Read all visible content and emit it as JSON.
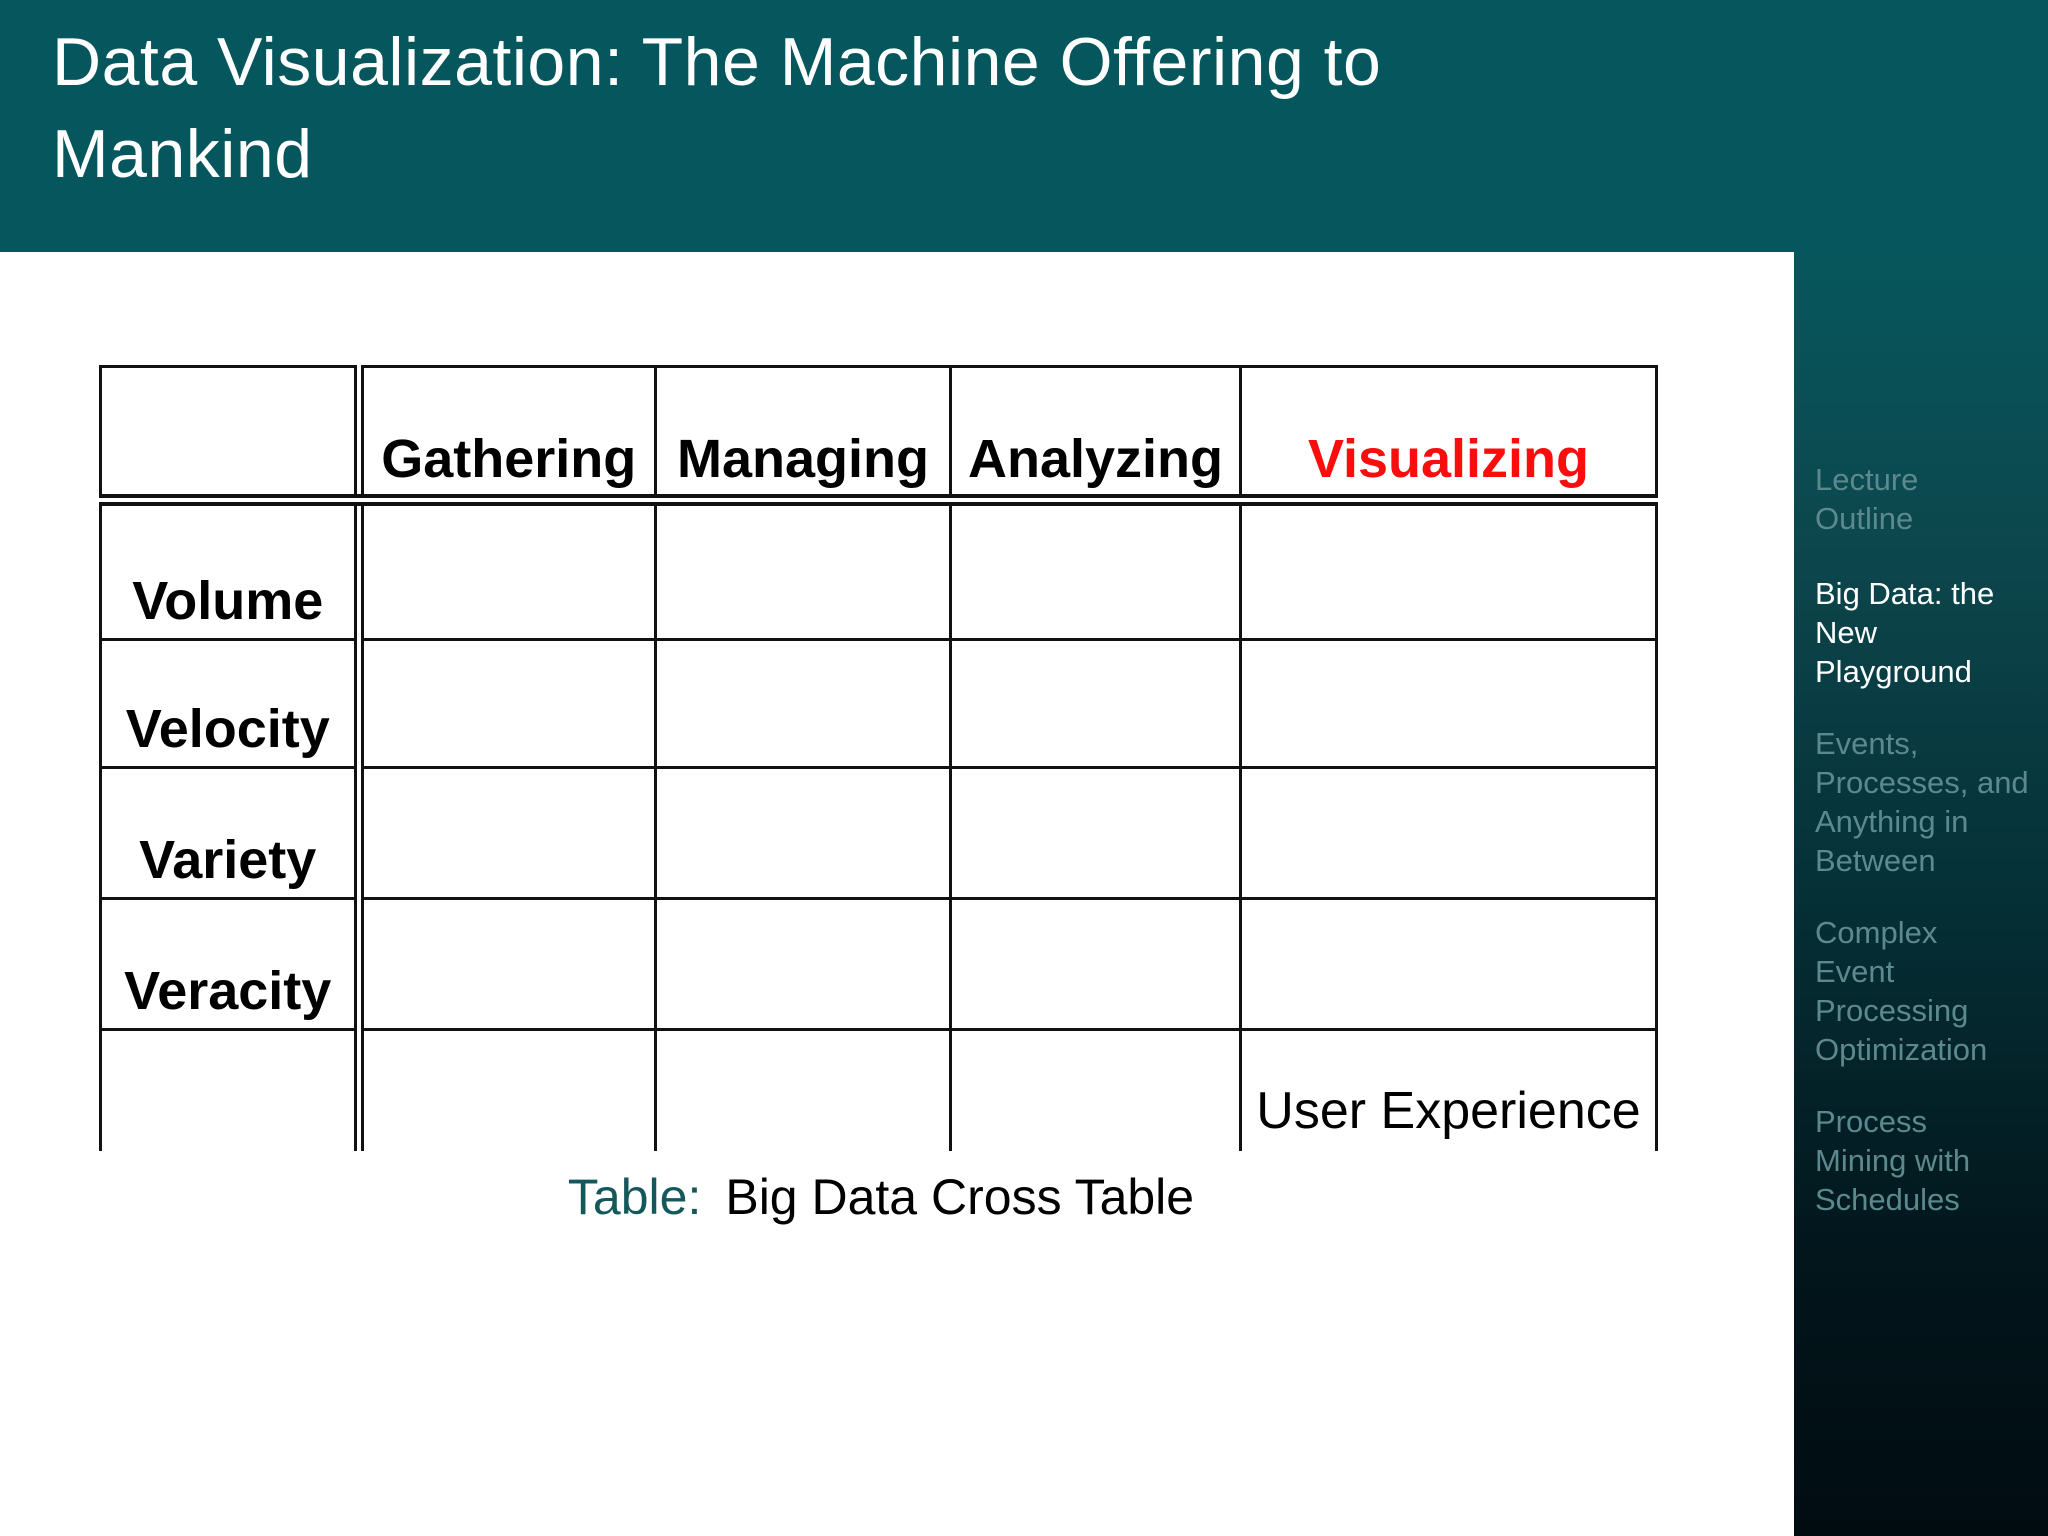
{
  "slide": {
    "title": "Data Visualization: The Machine Offering to\nMankind"
  },
  "table": {
    "columns": [
      "Gathering",
      "Managing",
      "Analyzing",
      "Visualizing"
    ],
    "rows": [
      "Volume",
      "Velocity",
      "Variety",
      "Veracity"
    ],
    "last_row_value": "User Experience",
    "caption_label": "Table:",
    "caption_text": "Big Data Cross Table"
  },
  "sidebar": {
    "items": [
      {
        "label": "Lecture\nOutline",
        "active": false
      },
      {
        "label": "Big Data: the\nNew\nPlayground",
        "active": true
      },
      {
        "label": "Events,\nProcesses, and\nAnything in\nBetween",
        "active": false
      },
      {
        "label": "Complex\nEvent\nProcessing\nOptimization",
        "active": false
      },
      {
        "label": "Process\nMining with\nSchedules",
        "active": false
      }
    ]
  },
  "colors": {
    "header_background": "#06575d",
    "sidebar_gradient_top": "#06575d",
    "sidebar_gradient_bottom": "#010c11",
    "highlight_red": "#fa0d0d",
    "caption_label_teal": "#14585c",
    "sidebar_inactive_text": "#5c898d",
    "sidebar_active_text": "#ffffff",
    "table_border": "#111111"
  }
}
